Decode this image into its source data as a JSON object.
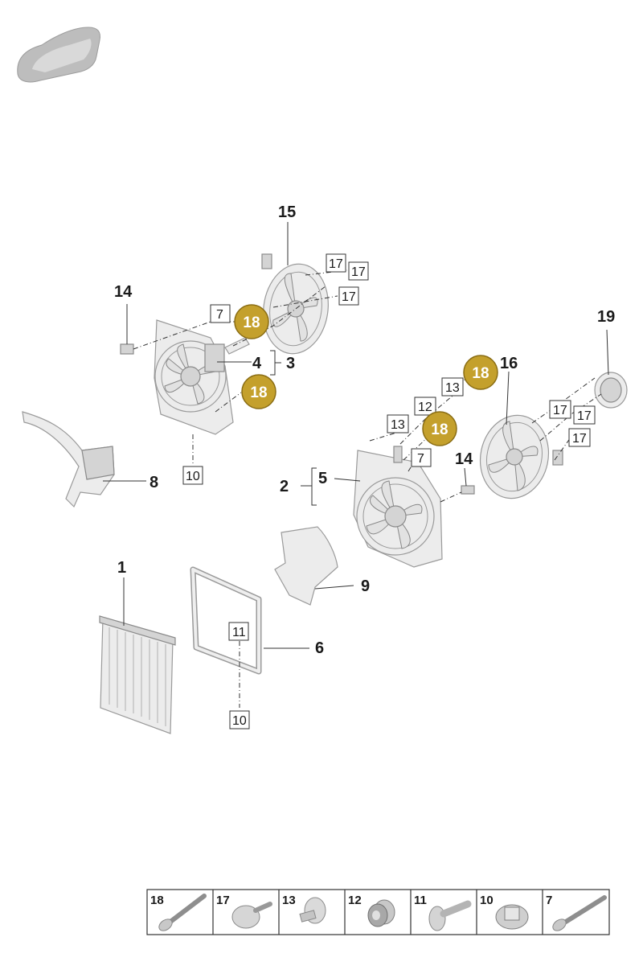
{
  "callouts": {
    "p1": "1",
    "p2": "2",
    "p3": "3",
    "p4": "4",
    "p5": "5",
    "p6": "6",
    "p8": "8",
    "p9": "9",
    "p14a": "14",
    "p14b": "14",
    "p15": "15",
    "p16": "16",
    "p19": "19"
  },
  "boxed": {
    "b7a": "7",
    "b7b": "7",
    "b10a": "10",
    "b10b": "10",
    "b11": "11",
    "b12": "12",
    "b13a": "13",
    "b13b": "13",
    "b17a": "17",
    "b17b": "17",
    "b17c": "17",
    "b17d": "17",
    "b17e": "17",
    "b17f": "17"
  },
  "badges": {
    "c18a": "18",
    "c18b": "18",
    "c18c": "18",
    "c18d": "18"
  },
  "badge_color": "#c4a02c",
  "legend": [
    "18",
    "17",
    "13",
    "12",
    "11",
    "10",
    "7"
  ]
}
